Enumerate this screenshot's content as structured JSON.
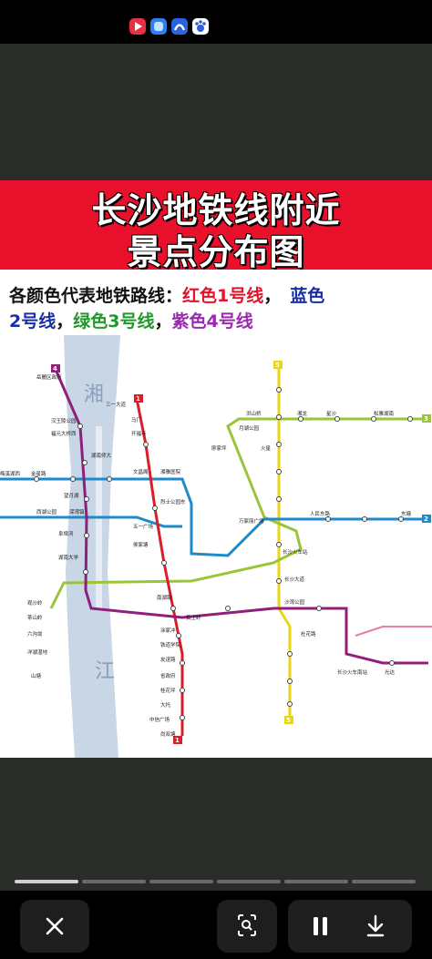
{
  "title_line1": "长沙地铁线附近",
  "title_line2": "景点分布图",
  "legend": {
    "line1_prefix": "各颜色代表地铁路线：",
    "red": "红色1号线",
    "comma1": "，",
    "blue_part1": "蓝色",
    "blue_part2": "2号线",
    "comma2": "，",
    "green": "绿色3号线",
    "comma3": "，",
    "purple": "紫色4号线"
  },
  "map": {
    "river_char1": "湘",
    "river_char2": "江",
    "line_badges": [
      "4",
      "1",
      "5",
      "3",
      "2",
      "1",
      "5"
    ],
    "stations": [
      "岳麓区政府",
      "汉王陵公园",
      "福元大桥西",
      "三一大道",
      "开福寺",
      "马厂",
      "文昌阁",
      "烈士公园东",
      "湘雅医院",
      "五一广场",
      "侯家塘",
      "南湖路",
      "黄土岭",
      "涂家冲",
      "铁道学院",
      "友谊路",
      "省政府",
      "桂花坪",
      "大托",
      "中信广场",
      "尚双塘",
      "火星",
      "万家丽广场",
      "人民东路",
      "长沙大道",
      "沙湾公园",
      "杜花路",
      "东塘",
      "阜埠河",
      "湖南大学",
      "望月湖",
      "溁湾镇",
      "西湖公园",
      "梅溪湖西",
      "金星路",
      "观沙岭",
      "茶山岭",
      "六沟垅",
      "洋湖湿地",
      "山塘",
      "长沙火车站",
      "月湖公园",
      "星沙",
      "湘龙",
      "廖家坪",
      "松雅湖南",
      "长沙火车南站",
      "光达",
      "洪山桥",
      "湖南师大"
    ]
  },
  "colors": {
    "banner_red": "#e8102a",
    "line1_red": "#d81e28",
    "line2_blue": "#1f8ac8",
    "line3_green": "#9ac43a",
    "line4_purple": "#8f1f7a",
    "line5_yellow": "#e8d617",
    "legend_red": "#e8102a",
    "legend_blue": "#1a2ea8",
    "legend_green": "#1f9a2a",
    "legend_purple": "#9a2ab0"
  },
  "icons": [
    "app-red-icon",
    "app-blue-icon",
    "app-blue2-icon",
    "app-baidu-icon",
    "close-icon",
    "scan-icon",
    "pause-icon",
    "download-icon"
  ]
}
